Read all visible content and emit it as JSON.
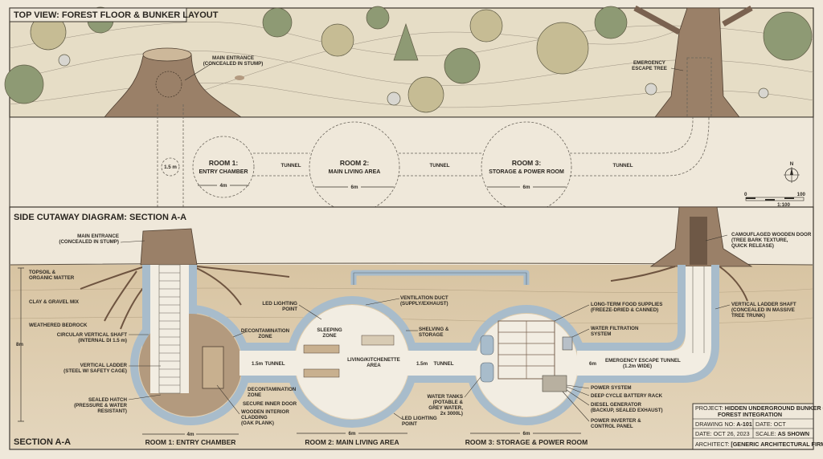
{
  "top_view": {
    "title": "TOP VIEW: FOREST FLOOR & BUNKER LAYOUT",
    "main_entrance": [
      "MAIN ENTRANCE",
      "(CONCEALED IN STUMP)"
    ],
    "escape_tree": [
      "EMERGENCY",
      "ESCAPE TREE"
    ],
    "shaft_dim": "1.5 m",
    "room1": [
      "ROOM 1:",
      "ENTRY CHAMBER"
    ],
    "room1_dim": "4m",
    "room2": [
      "ROOM 2:",
      "MAIN LIVING AREA"
    ],
    "room2_dim": "6m",
    "room3": [
      "ROOM 3:",
      "STORAGE & POWER ROOM"
    ],
    "room3_dim": "6m",
    "tunnel": "TUNNEL",
    "compass_n": "N",
    "scale_start": "0",
    "scale_end": "100",
    "scale_ratio": "1:100"
  },
  "section": {
    "title": "SIDE CUTAWAY DIAGRAM: SECTION A-A",
    "footer": "SECTION A-A",
    "depth": "8m",
    "layers": {
      "topsoil": [
        "TOPSOIL &",
        "ORGANIC MATTER"
      ],
      "clay": "CLAY & GRAVEL MIX",
      "bedrock": "WEATHERED BEDROCK"
    },
    "labels": {
      "main_entrance": [
        "MAIN ENTRANCE",
        "(CONCEALED IN STUMP)"
      ],
      "shaft": [
        "CIRCULAR VERTICAL SHAFT",
        "(INTERNAL DI 1.5 m)"
      ],
      "ladder": [
        "VERTICAL LADDER",
        "(STEEL W/ SAFETY CAGE)"
      ],
      "hatch": [
        "SEALED HATCH",
        "(PRESSURE & WATER",
        "RESISTANT)"
      ],
      "decon_top": [
        "DECONTAMINATION",
        "ZONE"
      ],
      "decon_bottom": [
        "DECONTAMINATION",
        "ZONE"
      ],
      "inner_door": "SECURE INNER DOOR",
      "cladding": [
        "WOODEN INTERIOR",
        "CLADDING",
        "(OAK PLANK)"
      ],
      "led_top": [
        "LED LIGHTING",
        "POINT"
      ],
      "led_bottom": [
        "LED LIGHTING",
        "POINT"
      ],
      "sleeping": [
        "SLEEPING",
        "ZONE"
      ],
      "living": [
        "LIVING/KITCHENETTE",
        "AREA"
      ],
      "vent": [
        "VENTILATION DUCT",
        "(SUPPLY/EXHAUST)"
      ],
      "shelving": [
        "SHELVING &",
        "STORAGE"
      ],
      "water_tanks": [
        "WATER TANKS",
        "(POTABLE &",
        "GREY WATER,",
        "2x 3000L)"
      ],
      "food": [
        "LONG-TERM FOOD SUPPLIES",
        "(FREEZE-DRIED & CANNED)"
      ],
      "filtration": [
        "WATER FILTRATION",
        "SYSTEM"
      ],
      "escape_tunnel": [
        "EMERGENCY ESCAPE TUNNEL",
        "(1.2m WIDE)"
      ],
      "power": "POWER SYSTEM",
      "battery": "DEEP CYCLE BATTERY RACK",
      "diesel": [
        "DIESEL GENERATOR",
        "(BACKUP, SEALED EXHAUST)"
      ],
      "inverter": [
        "POWER INVERTER &",
        "CONTROL PANEL"
      ],
      "cam_door": [
        "CAMOUFLAGED WOODEN DOOR",
        "(TREE BARK TEXTURE,",
        "QUICK RELEASE)"
      ],
      "ladder_shaft": [
        "VERTICAL LADDER SHAFT",
        "(CONCEALED IN MASSIVE",
        "TREE TRUNK)"
      ]
    },
    "tunnel": "TUNNEL",
    "tunnel_height": "1.5m",
    "escape_height": "6m",
    "room1": "ROOM 1: ENTRY CHAMBER",
    "room1_dim": "4m",
    "room2": "ROOM 2: MAIN LIVING AREA",
    "room2_dim": "6m",
    "room3": "ROOM 3: STORAGE & POWER ROOM",
    "room3_dim": "6m"
  },
  "title_block": {
    "project_label": "PROJECT:",
    "project": [
      "HIDDEN UNDERGROUND BUNKER –",
      "FOREST INTEGRATION"
    ],
    "drawing_no_label": "DRAWING NO:",
    "drawing_no": "A-101",
    "date_short_label": "DATE:",
    "date_short": "OCT",
    "date_label": "DATE:",
    "date": "OCT 26, 2023",
    "scale_label": "SCALE:",
    "scale": "AS SHOWN",
    "architect_label": "ARCHITECT:",
    "architect": "[GENERIC ARCHITECTURAL FIRM]"
  },
  "colors": {
    "paper": "#efe8da",
    "forest_floor": "#e6ddc6",
    "soil": "#d9c6a6",
    "concrete": "#a8bccb",
    "wood": "#8a6e55",
    "foliage": "#8e9a74"
  }
}
